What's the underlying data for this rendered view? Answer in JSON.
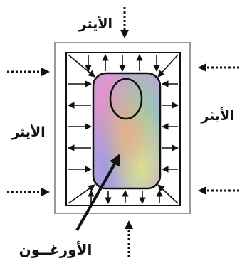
{
  "labels": {
    "ether_top": "الأيثر",
    "ether_left": "الأيثر",
    "ether_right": "الأيثر",
    "organ": "الأورغــون"
  },
  "colors": {
    "outer_frame": "#9a9a9a",
    "inner_frame": "#111111",
    "arrow": "#111111",
    "pointer": "#111111",
    "organ_blob": [
      "#e080c0",
      "#9090e0",
      "#80d0a0",
      "#c0e080",
      "#e0a080",
      "#a0c0f0"
    ]
  },
  "icons": {
    "dotted_arrow": "dotted-arrow-icon",
    "pressure_arrow": "pressure-arrow-icon"
  }
}
